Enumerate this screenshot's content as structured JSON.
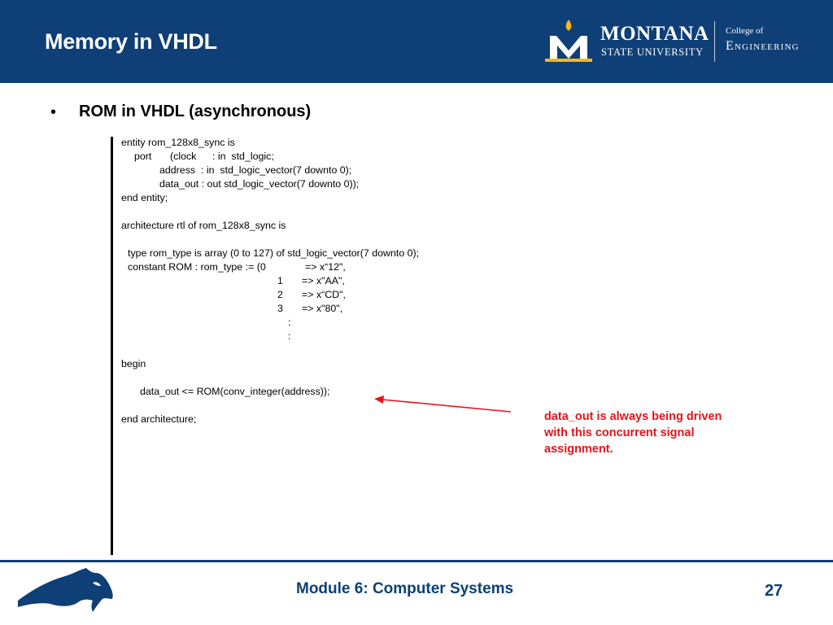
{
  "header": {
    "title": "Memory in VHDL",
    "logo": {
      "name_line1": "MONTANA",
      "name_line2": "STATE UNIVERSITY",
      "college_line1": "College of",
      "college_line2": "Engineering"
    }
  },
  "bullet": {
    "marker": "•",
    "text": "ROM in VHDL (asynchronous)"
  },
  "code": {
    "lines": [
      [
        "entity rom_128x8_sync is"
      ],
      [
        "port",
        "(clock",
        ": in  std_logic;"
      ],
      [
        "address  : in  std_logic_vector(7 downto 0);"
      ],
      [
        "data_out : out std_logic_vector(7 downto 0));"
      ],
      [
        "end entity;"
      ],
      [
        ""
      ],
      [
        "architecture rtl of rom_128x8_sync is"
      ],
      [
        ""
      ],
      [
        "type rom_type is array (0 to 127) of std_logic_vector(7 downto 0);"
      ],
      [
        "constant ROM : rom_type := (0",
        "=> x“12\","
      ],
      [
        "1",
        "=> x\"AA\","
      ],
      [
        "2",
        "=> x“CD\","
      ],
      [
        "3",
        "=> x\"80\","
      ],
      [
        ":"
      ],
      [
        ":"
      ],
      [
        ""
      ],
      [
        "begin"
      ],
      [
        ""
      ],
      [
        "data_out <= ROM(conv_integer(address));"
      ],
      [
        ""
      ],
      [
        "end architecture;"
      ]
    ]
  },
  "annotation": {
    "text": "data_out is always being driven with this concurrent signal assignment.",
    "color": "#e8131c"
  },
  "footer": {
    "module": "Module 6: Computer Systems",
    "page": "27"
  },
  "colors": {
    "brand_blue": "#0e3f76",
    "gold": "#f2b81c"
  }
}
